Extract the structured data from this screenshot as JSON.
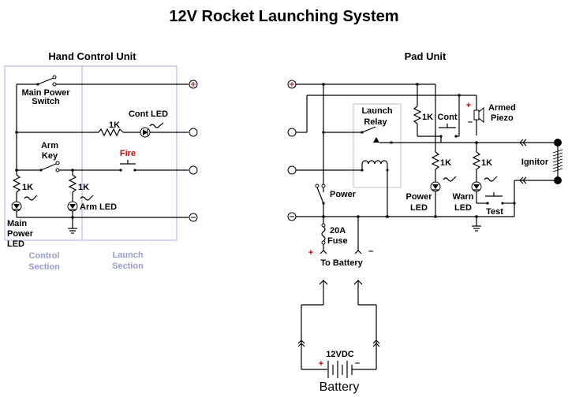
{
  "title": "12V Rocket Launching System",
  "hand_unit": {
    "title": "Hand Control Unit",
    "main_switch_label": [
      "Main Power",
      "Switch"
    ],
    "cont_led_label": "Cont LED",
    "cont_resistor": "1K",
    "arm_key_label": [
      "Arm",
      "Key"
    ],
    "fire_label": "Fire",
    "main_led_resistor": "1K",
    "arm_led_resistor": "1K",
    "arm_led_label": "Arm LED",
    "main_led_label": [
      "Main",
      "Power",
      "LED"
    ],
    "sections": [
      {
        "name": "control",
        "lines": [
          "Control",
          "Section"
        ]
      },
      {
        "name": "launch",
        "lines": [
          "Launch",
          "Section"
        ]
      }
    ],
    "terminals": [
      "+",
      "",
      "",
      "−"
    ]
  },
  "pad_unit": {
    "title": "Pad Unit",
    "relay_label": [
      "Launch",
      "Relay"
    ],
    "cont_resistor": "1K",
    "cont_button": "Cont",
    "armed_piezo": [
      "Armed",
      "Piezo"
    ],
    "piezo_plus": "+",
    "piezo_minus": "–",
    "power_led_resistor": "1K",
    "warn_led_resistor": "1K",
    "power_switch": "Power",
    "power_led": [
      "Power",
      "LED"
    ],
    "warn_led": [
      "Warn",
      "LED"
    ],
    "test_button": "Test",
    "ignitor": "Ignitor",
    "fuse": [
      "20A",
      "Fuse"
    ],
    "to_battery": "To Battery",
    "battery_plus": "+",
    "battery_minus": "–",
    "terminals": [
      "+",
      "",
      "",
      "−"
    ]
  },
  "battery": {
    "voltage": "12VDC",
    "label": "Battery",
    "plus": "+",
    "minus": "–"
  }
}
